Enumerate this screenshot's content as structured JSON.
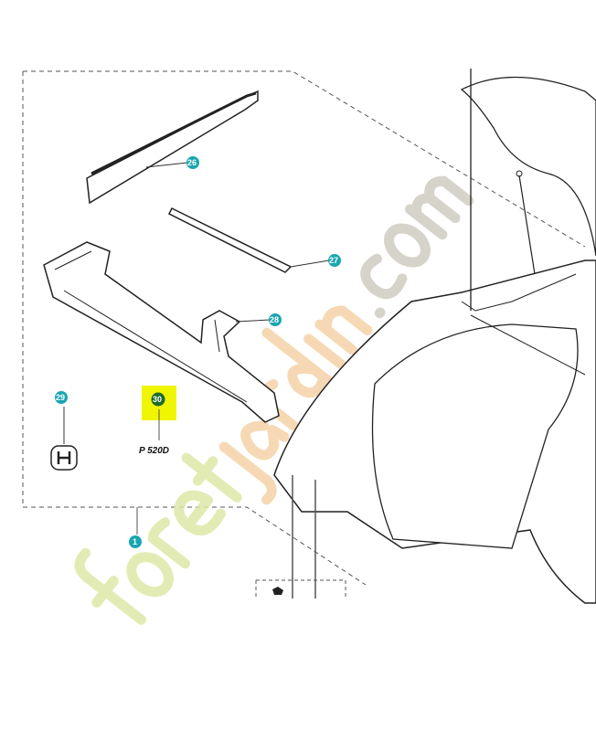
{
  "diagram": {
    "callouts": [
      {
        "label": "26"
      },
      {
        "label": "27"
      },
      {
        "label": "28"
      },
      {
        "label": "29"
      },
      {
        "label": "30",
        "highlighted": true
      },
      {
        "label": "1"
      }
    ],
    "model_text": "P 520D",
    "watermark": "foretjardin.com",
    "colors": {
      "callout": "#1aa6b0",
      "highlight_callout": "#1c6b2c",
      "highlight_box": "#f0f500",
      "watermark_green": "#dfe8a8",
      "watermark_orange": "#f5d3a8",
      "watermark_gray": "#d0ccc2",
      "line": "#333333"
    }
  }
}
